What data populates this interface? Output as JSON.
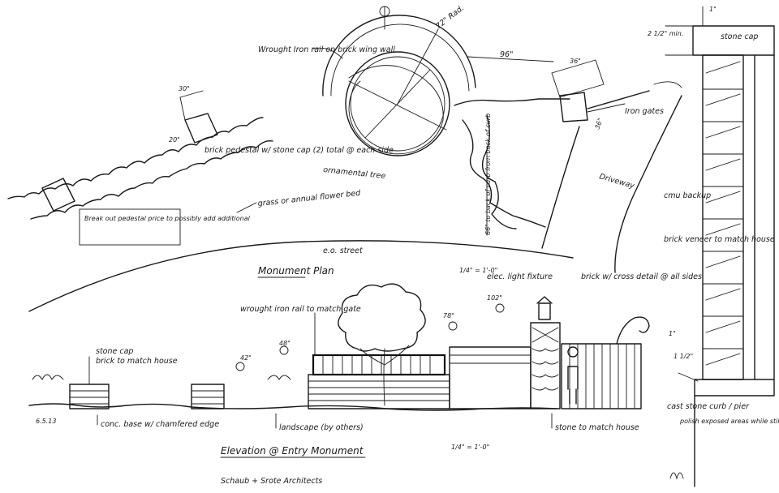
{
  "plan": {
    "title": "Monument Plan",
    "scale": "1/4\" = 1'-0\"",
    "dims": {
      "d30": "30\"",
      "d20": "20\"",
      "d72": "72\" Rad.",
      "d96": "96\"",
      "d36": "36\"",
      "d36b": "36\"",
      "d66": "66\" to back of curb from back of curb"
    },
    "labels": {
      "iron_rail": "Wrought Iron rail on brick wing wall",
      "pedestal": "brick pedestal w/ stone cap (2) total @ each side",
      "breakout": "Break out pedestal price to possibly add additional",
      "tree": "ornamental tree",
      "grass": "grass or annual flower bed",
      "iron_gates": "Iron gates",
      "driveway": "Driveway",
      "street": "e.o. street"
    }
  },
  "elevation": {
    "title": "Elevation @ Entry Monument",
    "scale": "1/4\" = 1'-0\"",
    "dims": {
      "d42": "42\"",
      "d48": "48\"",
      "d78": "78\"",
      "d102": "102\""
    },
    "labels": {
      "stone_cap": "stone cap",
      "brick_match": "brick to match house",
      "iron_rail": "wrought iron rail to match gate",
      "light": "elec. light fixture",
      "brick_cross": "brick w/ cross detail @ all sides",
      "conc": "conc. base w/ chamfered edge",
      "landscape": "landscape (by others)",
      "stone_match": "stone to match house",
      "date": "6.5.13"
    }
  },
  "section": {
    "dims": {
      "d212": "2 1/2\" min.",
      "d1a": "1\"",
      "d1b": "1\"",
      "d112": "1 1/2\""
    },
    "labels": {
      "stone_cap": "stone cap",
      "cmu": "cmu backup",
      "brick_veneer": "brick veneer to match house",
      "cast_stone": "cast stone curb / pier",
      "polish": "polish exposed areas while still green"
    }
  },
  "credit": "Schaub + Srote Architects"
}
